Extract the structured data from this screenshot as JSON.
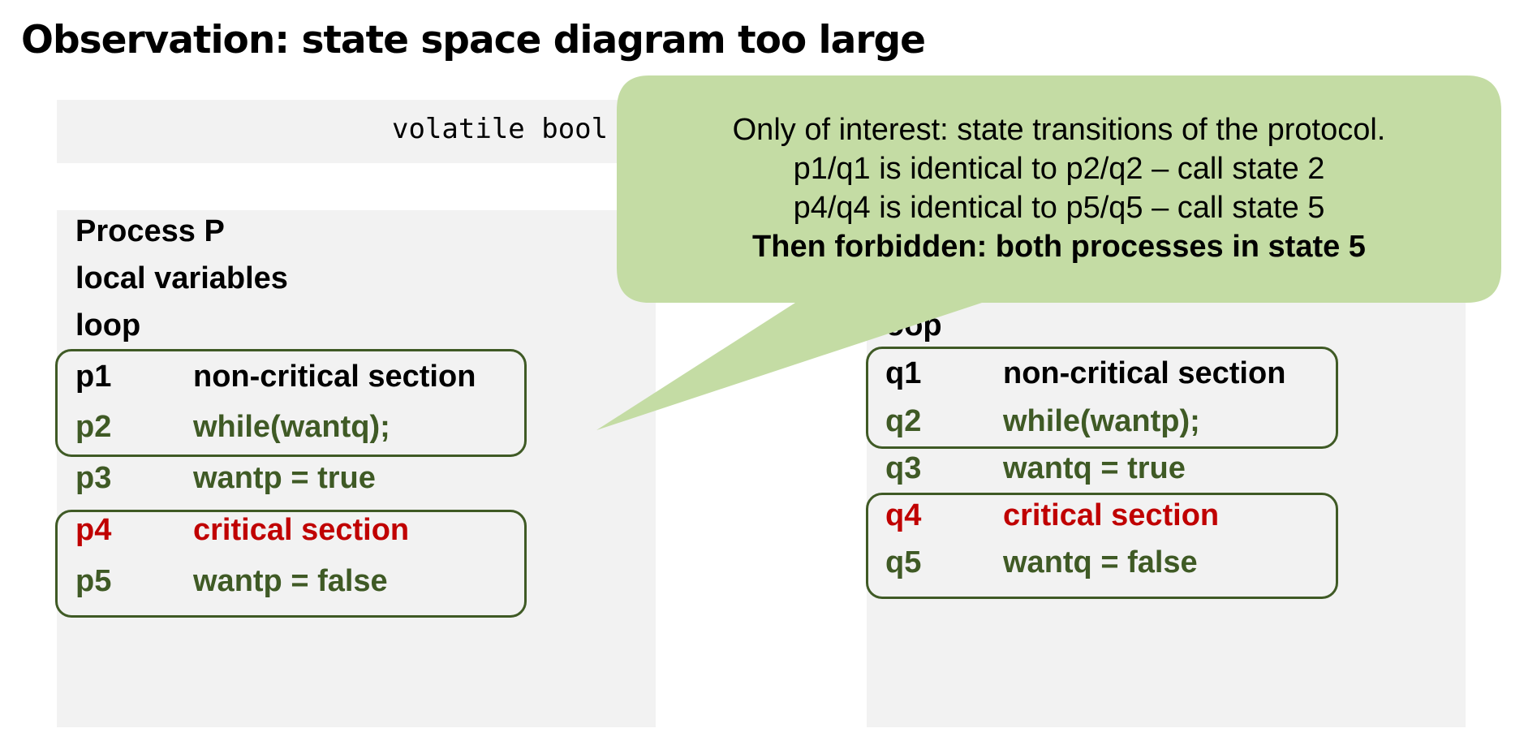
{
  "slide": {
    "title": "Observation: state space diagram too large",
    "declaration_visible": "volatile bool"
  },
  "process_p": {
    "header": "Process P",
    "local_vars": "local variables",
    "loop": "loop",
    "lines": [
      {
        "label": "p1",
        "code": "non-critical section"
      },
      {
        "label": "p2",
        "code": "while(wantq);"
      },
      {
        "label": "p3",
        "code": "wantp = true"
      },
      {
        "label": "p4",
        "code": "critical section"
      },
      {
        "label": "p5",
        "code": "wantp = false"
      }
    ]
  },
  "process_q": {
    "loop_partial": "oop",
    "lines": [
      {
        "label": "q1",
        "code": "non-critical section"
      },
      {
        "label": "q2",
        "code": "while(wantp);"
      },
      {
        "label": "q3",
        "code": "wantq = true"
      },
      {
        "label": "q4",
        "code": "critical section"
      },
      {
        "label": "q5",
        "code": "wantq = false"
      }
    ]
  },
  "callout": {
    "line1": "Only of interest: state transitions of the protocol.",
    "line2": "p1/q1 is identical to p2/q2 – call state 2",
    "line3": "p4/q4 is identical to p5/q5 – call state 5",
    "line4": "Then forbidden: both processes in state 5"
  },
  "colors": {
    "callout_fill": "#c4dca4",
    "panel_bg": "#f2f2f2",
    "green_text": "#3f5a25",
    "red_text": "#c00000",
    "box_border": "#3f5a25"
  }
}
